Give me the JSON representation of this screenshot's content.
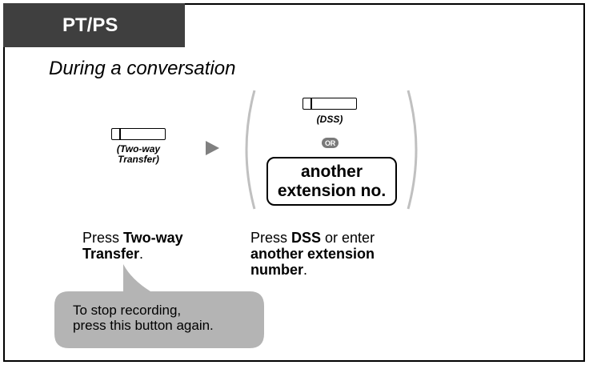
{
  "header": {
    "tab_label": "PT/PS"
  },
  "subtitle": "During a conversation",
  "step1": {
    "key_caption_line1": "(Two-way",
    "key_caption_line2": "Transfer)",
    "instruction_prefix": "Press ",
    "instruction_bold": "Two-way Transfer",
    "instruction_suffix": "."
  },
  "step2": {
    "key_caption": "(DSS)",
    "or_label": "OR",
    "ext_line1": "another",
    "ext_line2": "extension no.",
    "instruction_prefix": "Press ",
    "instruction_bold1": "DSS",
    "instruction_middle": " or enter",
    "instruction_bold2": "another extension number",
    "instruction_suffix": "."
  },
  "note": {
    "line1": "To stop recording,",
    "line2": "press this button again."
  },
  "colors": {
    "tab_bg": "#3f3f3f",
    "arrow": "#808080",
    "bubble": "#b4b4b4",
    "parenthesis": "#c0c0c0"
  }
}
